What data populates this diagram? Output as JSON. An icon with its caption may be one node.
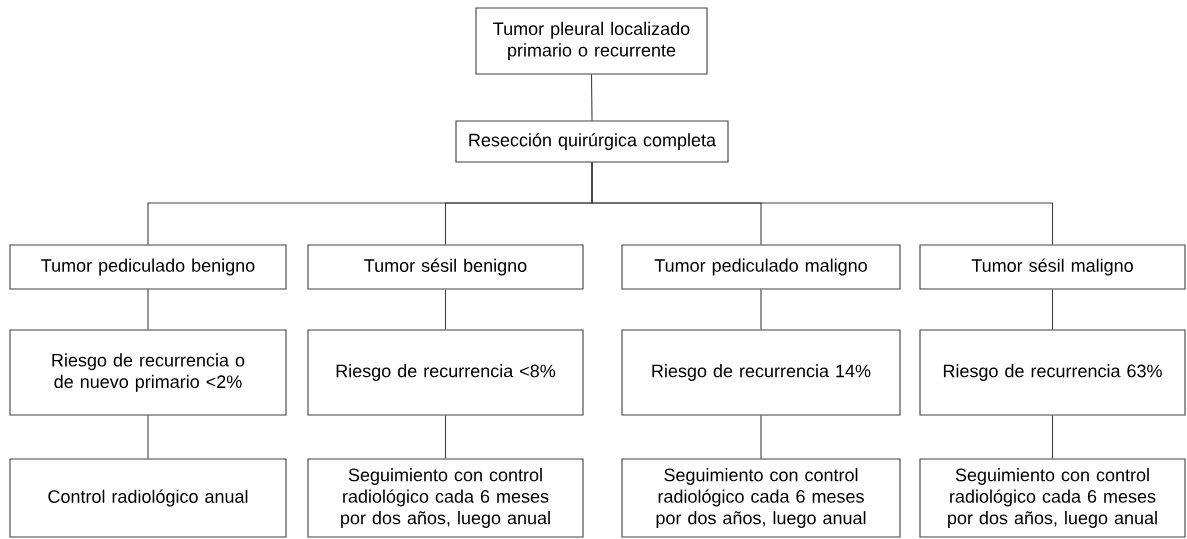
{
  "diagram": {
    "nodes": [
      {
        "text": [
          "Tumor pleural localizado primario o recurrente"
        ]
      },
      {
        "text": [
          "Resección quirúrgica completa"
        ]
      },
      {
        "text": [
          "Tumor pediculado benigno"
        ]
      },
      {
        "text": [
          "Tumor sésil benigno"
        ]
      },
      {
        "text": [
          "Tumor pediculado maligno"
        ]
      },
      {
        "text": [
          "Tumor sésil maligno"
        ]
      },
      {
        "text": [
          "Riesgo de recurrencia o de nuevo primario <2%"
        ]
      },
      {
        "text": [
          "Riesgo de recurrencia <8%"
        ]
      },
      {
        "text": [
          "Riesgo de recurrencia 14%"
        ]
      },
      {
        "text": [
          "Riesgo de recurrencia 63%"
        ]
      },
      {
        "text": [
          "Control radiológico anual"
        ]
      },
      {
        "text": [
          "Seguimiento con control radiológico cada 6 meses por dos años, luego anual"
        ]
      },
      {
        "text": [
          "Seguimiento con control radiológico cada 6 meses por dos años, luego anual"
        ]
      },
      {
        "text": [
          "Seguimiento con control radiológico cada 6 meses por dos años, luego anual"
        ]
      }
    ],
    "edges": [
      {
        "from": 0,
        "to": 1,
        "arrow": "none"
      },
      {
        "from": 1,
        "to": 2,
        "arrow": "none"
      },
      {
        "from": 1,
        "to": 3,
        "arrow": "none"
      },
      {
        "from": 1,
        "to": 4,
        "arrow": "none"
      },
      {
        "from": 1,
        "to": 5,
        "arrow": "none"
      },
      {
        "from": 2,
        "to": 6,
        "arrow": "none"
      },
      {
        "from": 3,
        "to": 7,
        "arrow": "none"
      },
      {
        "from": 4,
        "to": 8,
        "arrow": "none"
      },
      {
        "from": 5,
        "to": 9,
        "arrow": "none"
      },
      {
        "from": 6,
        "to": 10,
        "arrow": "none"
      },
      {
        "from": 7,
        "to": 11,
        "arrow": "none"
      },
      {
        "from": 8,
        "to": 12,
        "arrow": "none"
      },
      {
        "from": 9,
        "to": 13,
        "arrow": "none"
      }
    ]
  }
}
